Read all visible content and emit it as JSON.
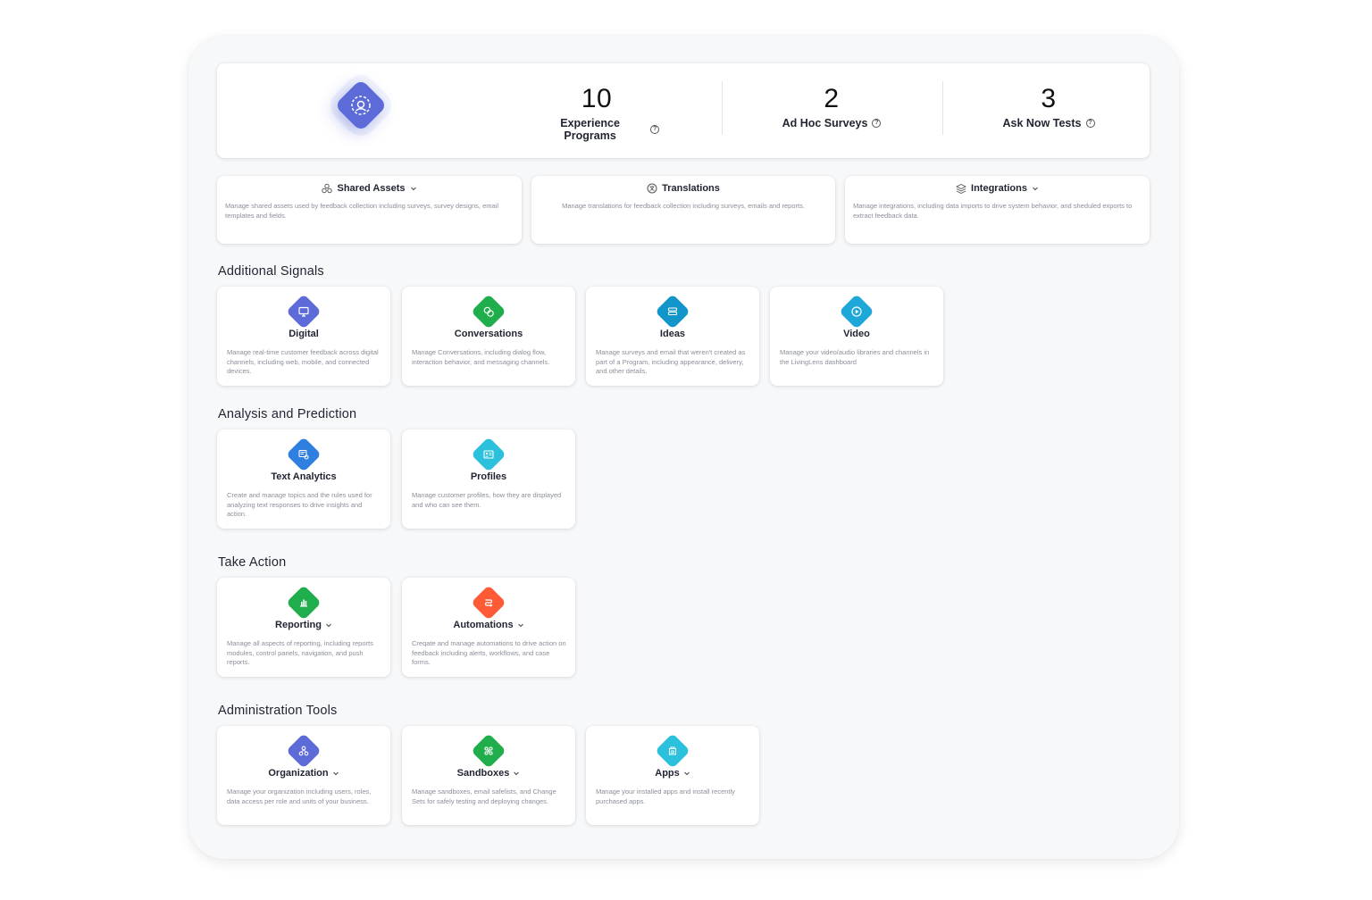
{
  "stats": [
    {
      "value": "10",
      "label": "Experience Programs"
    },
    {
      "value": "2",
      "label": "Ad Hoc Surveys"
    },
    {
      "value": "3",
      "label": "Ask Now Tests"
    }
  ],
  "tools": [
    {
      "title": "Shared Assets",
      "icon": "shared-assets-icon",
      "desc": "Manage shared assets used by feedback collection including surveys, survey designs, email templates and fields."
    },
    {
      "title": "Translations",
      "icon": "translations-icon",
      "desc": "Manage translations for feedback collection including surveys, emails and reports."
    },
    {
      "title": "Integrations",
      "icon": "integrations-icon",
      "desc": "Manage integrations, including data imports to drive system behavior, and sheduled exports to extract feedback data."
    }
  ],
  "sections": {
    "additional_signals": {
      "title": "Additional Signals",
      "items": [
        {
          "name": "Digital",
          "icon": "monitor-icon",
          "color": "#5c6bd8",
          "desc": "Manage real-time customer feedback across digital channels, including web, mobile, and connected devices."
        },
        {
          "name": "Conversations",
          "icon": "chat-icon",
          "color": "#1fae4b",
          "desc": "Manage Conversations, including dialog flow, interaction behavior, and messaging channels."
        },
        {
          "name": "Ideas",
          "icon": "ideas-icon",
          "color": "#1296c9",
          "desc": "Manage surveys and email that weren't created as part of a Program, including appearance, delivery, and other details."
        },
        {
          "name": "Video",
          "icon": "play-icon",
          "color": "#1ea8d9",
          "desc": "Manage your video/audio libraries and channels in the LivingLens dashboard"
        }
      ]
    },
    "analysis": {
      "title": "Analysis and Prediction",
      "items": [
        {
          "name": "Text Analytics",
          "icon": "text-analytics-icon",
          "color": "#2f7fe0",
          "desc": "Create and manage topics and the rules used for analyzing text responses to drive insights and action."
        },
        {
          "name": "Profiles",
          "icon": "profile-card-icon",
          "color": "#2bc0db",
          "desc": "Manage customer profiles, how they are displayed and who can see them."
        }
      ]
    },
    "take_action": {
      "title": "Take Action",
      "items": [
        {
          "name": "Reporting",
          "icon": "bar-chart-icon",
          "color": "#1fae4b",
          "desc": "Manage all aspects of reporting, including reports modules, control panels, navigation, and push reports."
        },
        {
          "name": "Automations",
          "icon": "automation-icon",
          "color": "#ff5a36",
          "desc": "Creqate and manage automations to drive action on feedback including alerts, workflows, and case forms."
        }
      ]
    },
    "admin": {
      "title": "Administration Tools",
      "items": [
        {
          "name": "Organization",
          "icon": "org-chart-icon",
          "color": "#5c6bd8",
          "desc": "Manage your organization including users, roles, data access per role and units of your business."
        },
        {
          "name": "Sandboxes",
          "icon": "sandbox-icon",
          "color": "#1fae4b",
          "desc": "Manage sandboxes, email safelists, and Change Sets for safely testing and deploying changes."
        },
        {
          "name": "Apps",
          "icon": "apps-icon",
          "color": "#2bc0db",
          "desc": "Manage your installed apps and install recently purchased apps."
        }
      ]
    }
  }
}
